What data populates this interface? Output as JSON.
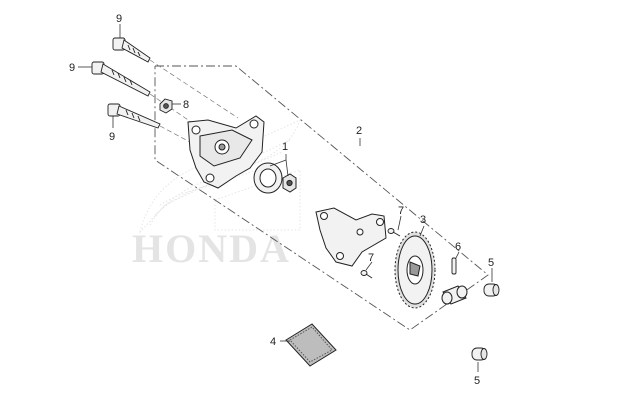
{
  "logo": {
    "text": "HONDA",
    "color": "#c9c9c9"
  },
  "colors": {
    "line": "#222222",
    "leader": "#333333",
    "dashed": "#555555",
    "part_fill": "#f2f2f2",
    "part_dark": "#9a9a9a"
  },
  "callouts": {
    "c1": "1",
    "c2": "2",
    "c3": "3",
    "c4": "4",
    "c5a": "5",
    "c5b": "5",
    "c6": "6",
    "c7a": "7",
    "c7b": "7",
    "c8": "8",
    "c9a": "9",
    "c9b": "9",
    "c9c": "9"
  }
}
